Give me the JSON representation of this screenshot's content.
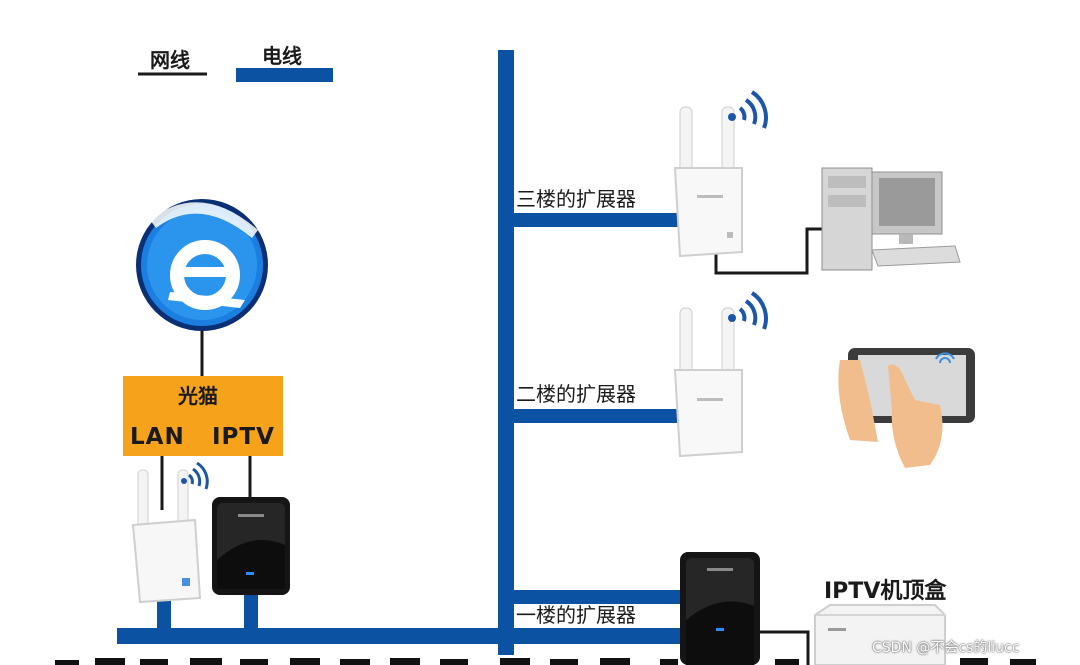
{
  "legend": {
    "network_cable": "网线",
    "power_line": "电线"
  },
  "modem": {
    "title": "光猫",
    "port_lan": "LAN",
    "port_iptv": "IPTV"
  },
  "floors": {
    "third": "三楼的扩展器",
    "second": "二楼的扩展器",
    "first": "一楼的扩展器"
  },
  "iptv_box": {
    "title": "IPTV机顶盒"
  },
  "watermark": "CSDN @不会cs的liucc",
  "colors": {
    "power_line": "#0b52a3",
    "network_cable": "#1a1a1a",
    "modem": "#f7a21b",
    "wifi": "#1c56a8"
  },
  "icons": [
    "internet-explorer-icon",
    "wifi-icon",
    "desktop-computer-icon",
    "tablet-icon",
    "powerline-adapter-icon",
    "wifi-extender-icon",
    "set-top-box-icon"
  ]
}
